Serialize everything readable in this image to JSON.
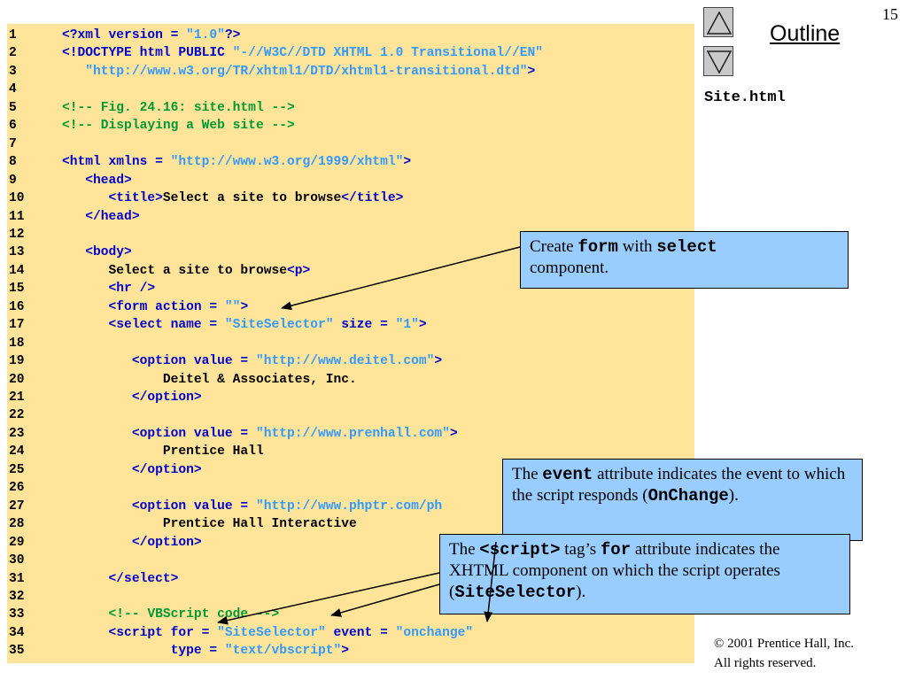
{
  "slide": {
    "number": "15",
    "outline_title": "Outline",
    "file_label": "Site.html"
  },
  "nav": {
    "up_icon": "triangle-up-icon",
    "down_icon": "triangle-down-icon"
  },
  "code_lines": [
    {
      "n": "1",
      "segs": [
        [
          "b",
          "<?xml version = "
        ],
        [
          "s",
          "\"1.0\""
        ],
        [
          "b",
          "?>"
        ]
      ]
    },
    {
      "n": "2",
      "segs": [
        [
          "b",
          "<!DOCTYPE html PUBLIC "
        ],
        [
          "s",
          "\"-//W3C//DTD XHTML 1.0 Transitional//EN\""
        ]
      ]
    },
    {
      "n": "3",
      "segs": [
        [
          "s",
          "   \"http://www.w3.org/TR/xhtml1/DTD/xhtml1-transitional.dtd\""
        ],
        [
          "b",
          ">"
        ]
      ]
    },
    {
      "n": "4",
      "segs": []
    },
    {
      "n": "5",
      "segs": [
        [
          "g",
          "<!-- Fig. 24.16: site.html -->"
        ]
      ]
    },
    {
      "n": "6",
      "segs": [
        [
          "g",
          "<!-- Displaying a Web site -->"
        ]
      ]
    },
    {
      "n": "7",
      "segs": []
    },
    {
      "n": "8",
      "segs": [
        [
          "b",
          "<html xmlns = "
        ],
        [
          "s",
          "\"http://www.w3.org/1999/xhtml\""
        ],
        [
          "b",
          ">"
        ]
      ]
    },
    {
      "n": "9",
      "segs": [
        [
          "b",
          "   <head>"
        ]
      ]
    },
    {
      "n": "10",
      "segs": [
        [
          "b",
          "      <title>"
        ],
        [
          "k",
          "Select a site to browse"
        ],
        [
          "b",
          "</title>"
        ]
      ]
    },
    {
      "n": "11",
      "segs": [
        [
          "b",
          "   </head>"
        ]
      ]
    },
    {
      "n": "12",
      "segs": []
    },
    {
      "n": "13",
      "segs": [
        [
          "b",
          "   <body>"
        ]
      ]
    },
    {
      "n": "14",
      "segs": [
        [
          "k",
          "      Select a site to browse"
        ],
        [
          "b",
          "<p>"
        ]
      ]
    },
    {
      "n": "15",
      "segs": [
        [
          "b",
          "      <hr />"
        ]
      ]
    },
    {
      "n": "16",
      "segs": [
        [
          "b",
          "      <form action = "
        ],
        [
          "s",
          "\"\""
        ],
        [
          "b",
          ">"
        ]
      ]
    },
    {
      "n": "17",
      "segs": [
        [
          "b",
          "      <select name = "
        ],
        [
          "s",
          "\"SiteSelector\""
        ],
        [
          "b",
          " size = "
        ],
        [
          "s",
          "\"1\""
        ],
        [
          "b",
          ">"
        ]
      ]
    },
    {
      "n": "18",
      "segs": []
    },
    {
      "n": "19",
      "segs": [
        [
          "b",
          "         <option value = "
        ],
        [
          "s",
          "\"http://www.deitel.com\""
        ],
        [
          "b",
          ">"
        ]
      ]
    },
    {
      "n": "20",
      "segs": [
        [
          "k",
          "             Deitel & Associates, Inc."
        ]
      ]
    },
    {
      "n": "21",
      "segs": [
        [
          "b",
          "         </option>"
        ]
      ]
    },
    {
      "n": "22",
      "segs": []
    },
    {
      "n": "23",
      "segs": [
        [
          "b",
          "         <option value = "
        ],
        [
          "s",
          "\"http://www.prenhall.com\""
        ],
        [
          "b",
          ">"
        ]
      ]
    },
    {
      "n": "24",
      "segs": [
        [
          "k",
          "             Prentice Hall"
        ]
      ]
    },
    {
      "n": "25",
      "segs": [
        [
          "b",
          "         </option>"
        ]
      ]
    },
    {
      "n": "26",
      "segs": []
    },
    {
      "n": "27",
      "segs": [
        [
          "b",
          "         <option value = "
        ],
        [
          "s",
          "\"http://www.phptr.com/ph"
        ]
      ]
    },
    {
      "n": "28",
      "segs": [
        [
          "k",
          "             Prentice Hall Interactive"
        ]
      ]
    },
    {
      "n": "29",
      "segs": [
        [
          "b",
          "         </option>"
        ]
      ]
    },
    {
      "n": "30",
      "segs": []
    },
    {
      "n": "31",
      "segs": [
        [
          "b",
          "      </select>"
        ]
      ]
    },
    {
      "n": "32",
      "segs": []
    },
    {
      "n": "33",
      "segs": [
        [
          "g",
          "      <!-- VBScript code -->"
        ]
      ]
    },
    {
      "n": "34",
      "segs": [
        [
          "b",
          "      <script for = "
        ],
        [
          "s",
          "\"SiteSelector\""
        ],
        [
          "b",
          " event = "
        ],
        [
          "s",
          "\"onchange\""
        ]
      ]
    },
    {
      "n": "35",
      "segs": [
        [
          "b",
          "              type = "
        ],
        [
          "s",
          "\"text/vbscript\""
        ],
        [
          "b",
          ">"
        ]
      ]
    }
  ],
  "callouts": {
    "form": {
      "t1": "Create ",
      "k1": "form",
      "t2": " with ",
      "k2": "select",
      "t3": "component."
    },
    "event": {
      "t1": "The ",
      "k1": "event",
      "t2": " attribute indicates the event to which the script responds (",
      "k2": "OnChange",
      "t3": ")."
    },
    "script": {
      "t1": "The ",
      "k1": "<script>",
      "t2": " tag’s ",
      "k2": "for",
      "t3": " attribute indicates the XHTML component on which the script operates (",
      "k3": "SiteSelector",
      "t4": ")."
    }
  },
  "copyright": {
    "line1": "© 2001 Prentice Hall, Inc.",
    "line2": "All rights reserved."
  }
}
